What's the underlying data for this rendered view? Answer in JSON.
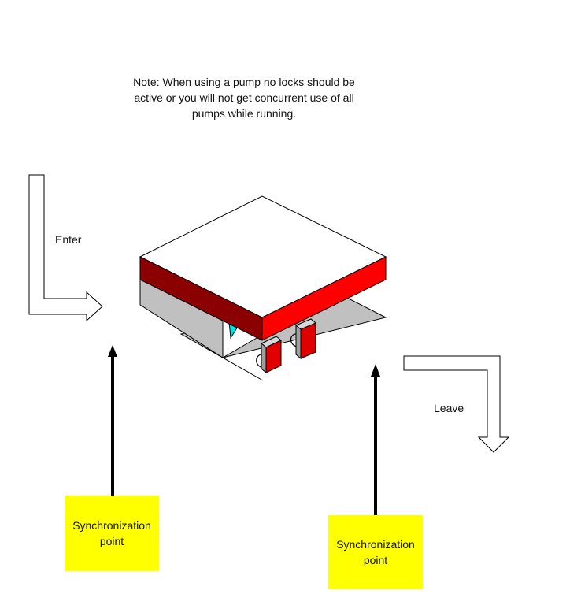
{
  "note": {
    "lines": [
      "Note:  When using a pump no locks should be",
      "active or you will not get concurrent use of all",
      "pumps while running."
    ]
  },
  "flow": {
    "enter_label": "Enter",
    "leave_label": "Leave"
  },
  "sync_points": [
    {
      "lines": [
        "Synchronization",
        "point"
      ]
    },
    {
      "lines": [
        "Synchronization",
        "point"
      ]
    }
  ],
  "colors": {
    "roof_top": "#ffffff",
    "fascia_front": "#ff0000",
    "fascia_side": "#8b0000",
    "wall": "#c0c0c0",
    "floor": "#c0c0c0",
    "window": "#00e5e5",
    "pump": "#e00000",
    "sync_box": "#ffff00"
  }
}
